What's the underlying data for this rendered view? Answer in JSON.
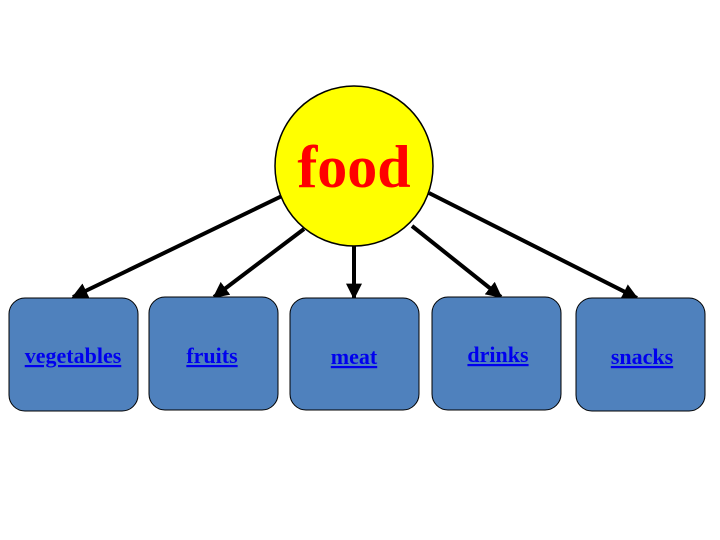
{
  "diagram": {
    "center": {
      "label": "food",
      "fill": "#ffff00",
      "text_color": "#ff0000"
    },
    "children": [
      {
        "label": "vegetables"
      },
      {
        "label": "fruits"
      },
      {
        "label": "meat"
      },
      {
        "label": "drinks"
      },
      {
        "label": "snacks"
      }
    ],
    "box_fill": "#4f81bd",
    "link_color": "#0000ee",
    "arrow_color": "#000000"
  }
}
